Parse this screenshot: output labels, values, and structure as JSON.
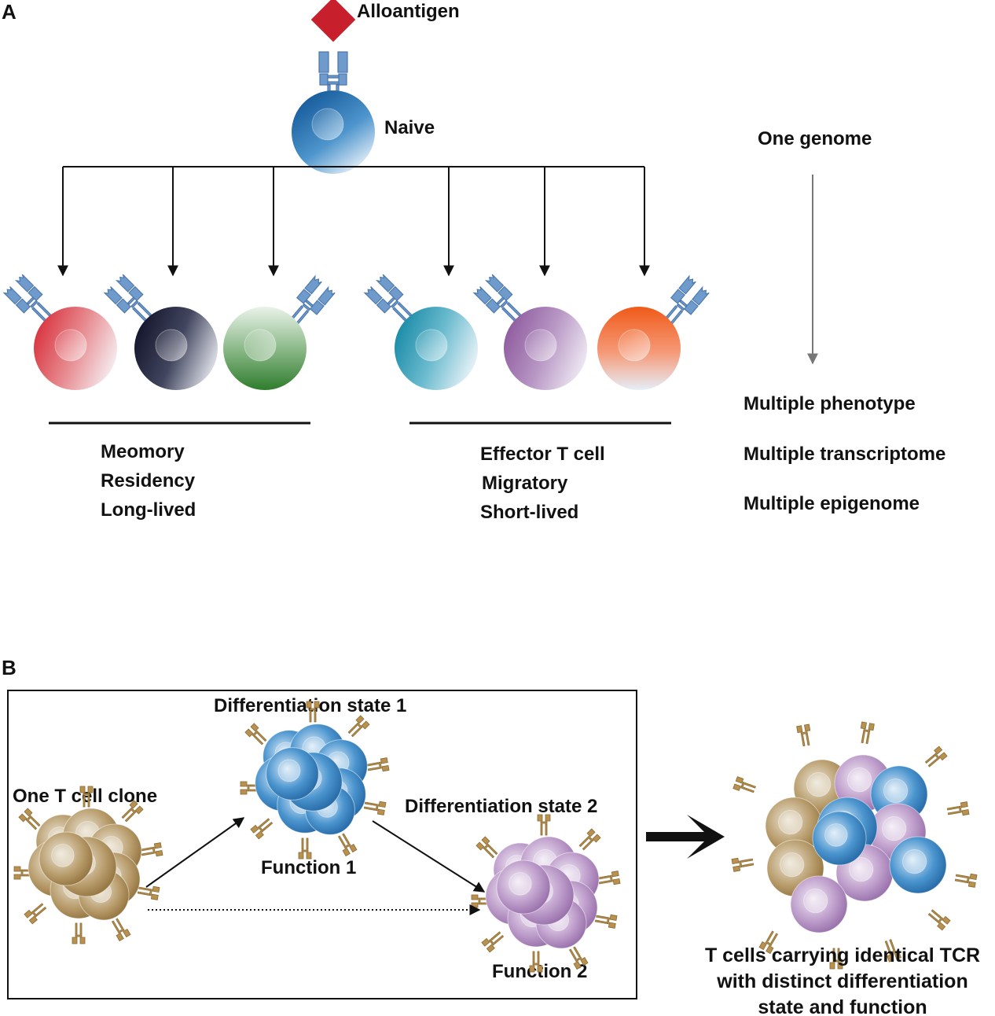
{
  "panel_a": {
    "letter": "A",
    "antigen_label": "Alloantigen",
    "naive_label": "Naive",
    "memory_lines": [
      "Meomory",
      "Residency",
      "Long-lived"
    ],
    "effector_lines": [
      "Effector T cell",
      "Migratory",
      "Short-lived"
    ],
    "genome_label": "One genome",
    "multiple_lines": [
      "Multiple phenotype",
      "Multiple transcriptome",
      "Multiple epigenome"
    ],
    "colors": {
      "naive": "#2f7ab8",
      "red": "#d9404a",
      "black": "#1e2036",
      "green": "#3f8a3c",
      "teal": "#2798b0",
      "purple": "#9b6ca8",
      "orange": "#ee5a1e",
      "antigen": "#c81f2d",
      "receptor": "#6f9bcc"
    }
  },
  "panel_b": {
    "letter": "B",
    "clone_label": "One T cell clone",
    "state1_label": "Differentiation state  1",
    "function1_label": "Function 1",
    "state2_label": "Differentiation state 2",
    "function2_label": "Function 2",
    "result_lines": [
      "T cells carrying identical TCR",
      "with distinct differentiation",
      "state and function"
    ],
    "colors": {
      "brown": "#9a7a45",
      "blue": "#2a7cc0",
      "purple": "#a881b8",
      "receptor": "#b89150"
    }
  }
}
